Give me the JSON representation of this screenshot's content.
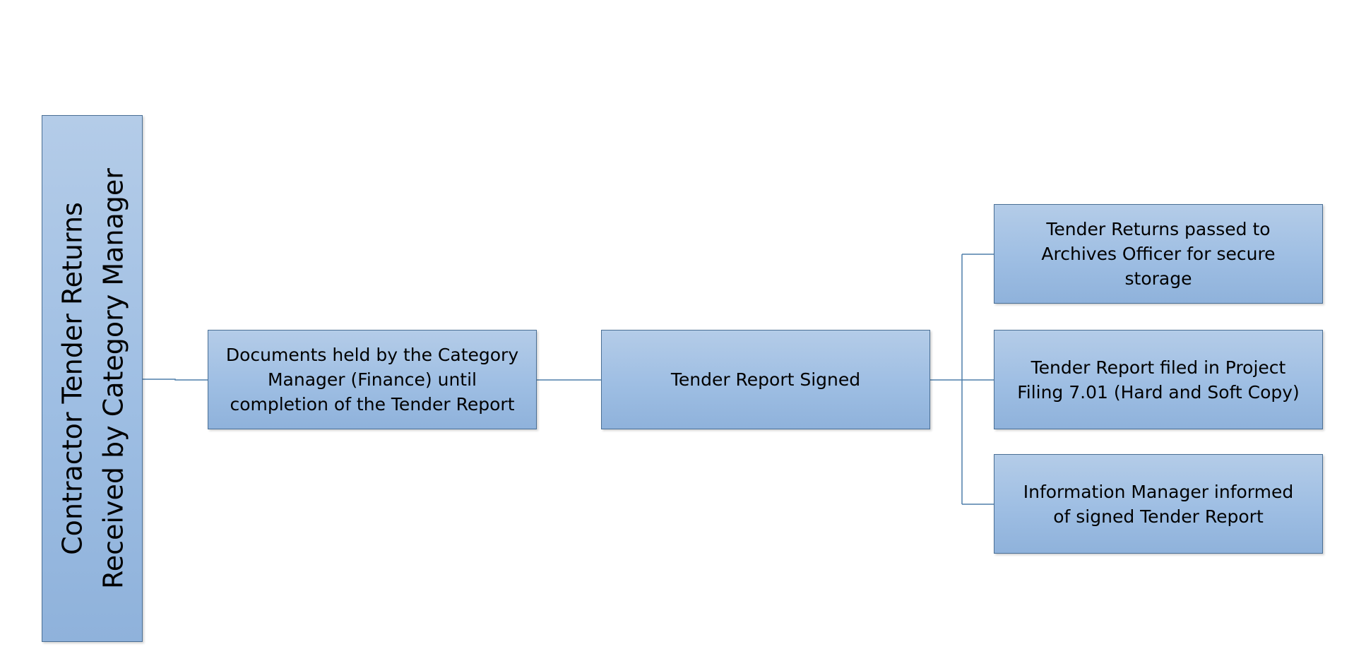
{
  "diagram": {
    "root": {
      "label": "Contractor Tender Returns\nReceived by Category Manager"
    },
    "steps": [
      {
        "id": "documents-held",
        "label": "Documents held by the Category\nManager (Finance) until\ncompletion of the Tender Report"
      },
      {
        "id": "report-signed",
        "label": "Tender Report Signed"
      }
    ],
    "outcomes": [
      {
        "id": "returns-archived",
        "label": "Tender Returns passed to\nArchives Officer for secure\nstorage"
      },
      {
        "id": "report-filed",
        "label": "Tender Report filed in Project\nFiling 7.01 (Hard and Soft Copy)"
      },
      {
        "id": "manager-informed",
        "label": "Information Manager informed\nof signed Tender Report"
      }
    ],
    "colors": {
      "box_fill_top": "#b4cce8",
      "box_fill_bottom": "#8fb2db",
      "box_border": "#4a6f95",
      "connector": "#4f7faa"
    }
  }
}
